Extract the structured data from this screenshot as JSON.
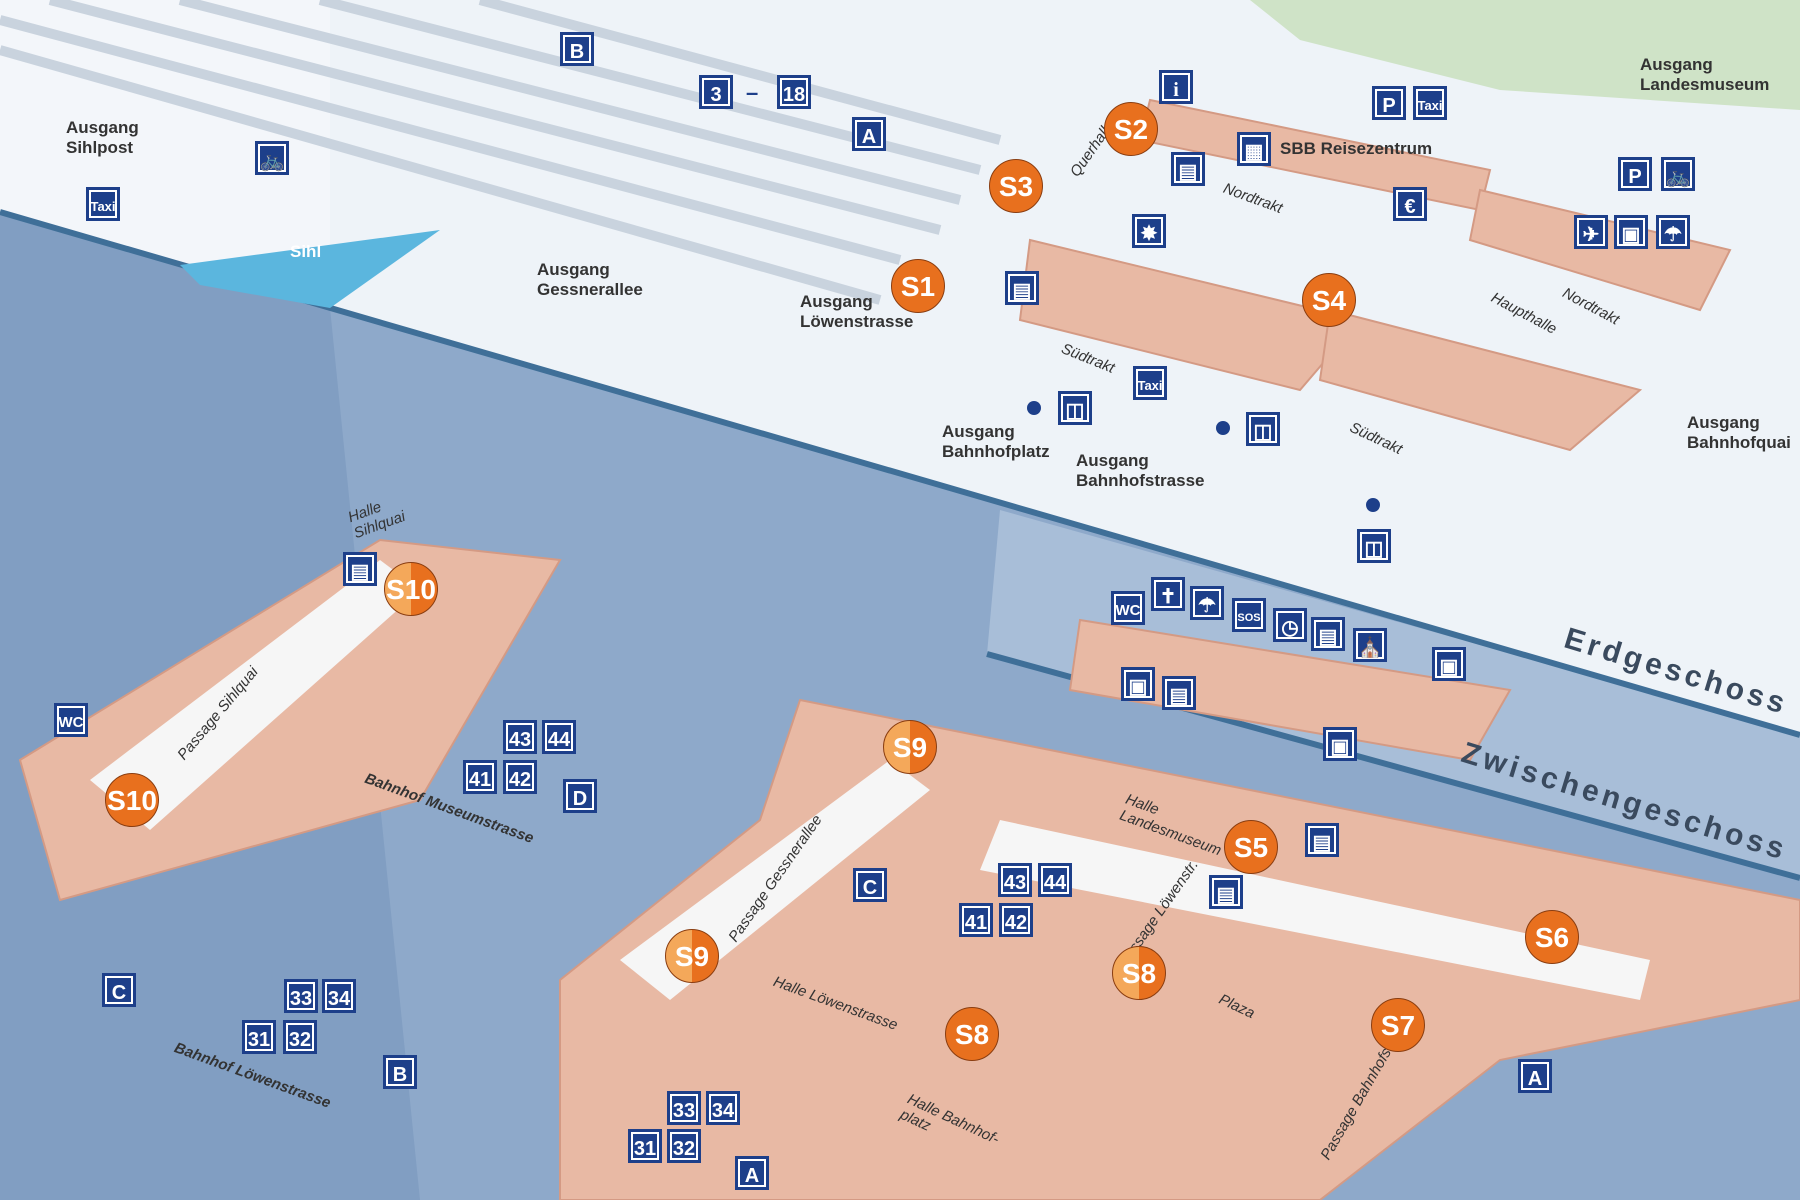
{
  "map": {
    "floors": {
      "ground": "Erdgeschoss",
      "mezzanine": "Zwischengeschoss"
    },
    "ground_labels": {
      "ausgang_sihlpost": "Ausgang\nSihlpost",
      "sihl": "Sihl",
      "ausgang_gessnerallee": "Ausgang\nGessnerallee",
      "ausgang_loewenstrasse": "Ausgang\nLöwenstrasse",
      "ausgang_bahnhofplatz": "Ausgang\nBahnhofplatz",
      "ausgang_bahnhofstrasse": "Ausgang\nBahnhofstrasse",
      "sbb_reisezentrum": "SBB Reisezentrum",
      "ausgang_landesmuseum": "Ausgang\nLandesmuseum",
      "ausgang_bahnhofquai": "Ausgang\nBahnhofquai",
      "querhalle": "Querhalle",
      "nordtrakt_1": "Nordtrakt",
      "nordtrakt_2": "Nordtrakt",
      "haupthalle": "Haupthalle",
      "suedtrakt_1": "Südtrakt",
      "suedtrakt_2": "Südtrakt"
    },
    "mezz_labels": {
      "halle_sihlquai": "Halle\nSihlquai",
      "passage_sihlquai": "Passage Sihlquai",
      "bahnhof_museumstrasse": "Bahnhof Museumstrasse",
      "bahnhof_loewenstrasse": "Bahnhof Löwenstrasse",
      "passage_gessnerallee": "Passage Gessnerallee",
      "halle_loewenstrasse": "Halle Löwenstrasse",
      "halle_bahnhofplatz": "Halle Bahnhof-\nplatz",
      "halle_landesmuseum": "Halle\nLandesmuseum",
      "passage_loewenstr": "Passage Löwenstr.",
      "plaza": "Plaza",
      "passage_bahnhofstr": "Passage Bahnhofstr."
    },
    "exits": [
      "S1",
      "S2",
      "S3",
      "S4",
      "S5",
      "S6",
      "S7",
      "S8",
      "S8",
      "S9",
      "S9",
      "S10",
      "S10"
    ],
    "sectors": [
      "B",
      "A",
      "C",
      "D",
      "C",
      "B",
      "A",
      "A"
    ],
    "platforms": {
      "range_from": "3",
      "range_sep": "–",
      "range_to": "18",
      "p41": "41",
      "p42": "42",
      "p43": "43",
      "p44": "44",
      "p31": "31",
      "p32": "32",
      "p33": "33",
      "p34": "34"
    },
    "services": {
      "wc": "WC",
      "parking": "P",
      "info": "i",
      "taxi": "Taxi",
      "sos": "SOS"
    },
    "colors": {
      "exit": "#e8701e",
      "icon": "#1d3f8a",
      "building": "#e8b9a4",
      "mezzanine": "#8ea9ca",
      "ground": "#eef3f8"
    }
  }
}
